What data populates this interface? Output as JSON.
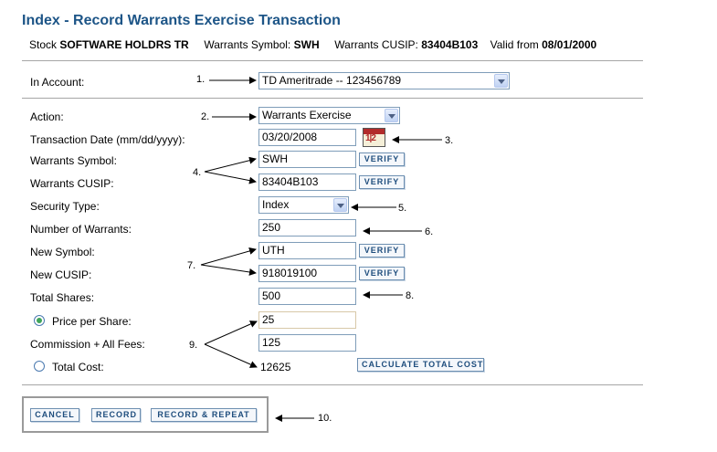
{
  "page": {
    "title": "Index - Record Warrants Exercise Transaction",
    "info": {
      "stock_label": "Stock",
      "stock_value": "SOFTWARE HOLDRS TR",
      "symbol_label": "Warrants Symbol:",
      "symbol_value": "SWH",
      "cusip_label": "Warrants CUSIP:",
      "cusip_value": "83404B103",
      "valid_label": "Valid from",
      "valid_value": "08/01/2000"
    }
  },
  "form": {
    "account_label": "In Account:",
    "account_value": "TD Ameritrade -- 123456789",
    "action_label": "Action:",
    "action_value": "Warrants Exercise",
    "date_label": "Transaction Date (mm/dd/yyyy):",
    "date_value": "03/20/2008",
    "calendar_icon_text": "1|2",
    "wsymbol_label": "Warrants Symbol:",
    "wsymbol_value": "SWH",
    "wcusip_label": "Warrants CUSIP:",
    "wcusip_value": "83404B103",
    "sectype_label": "Security Type:",
    "sectype_value": "Index",
    "numwarrants_label": "Number of Warrants:",
    "numwarrants_value": "250",
    "newsymbol_label": "New Symbol:",
    "newsymbol_value": "UTH",
    "newcusip_label": "New CUSIP:",
    "newcusip_value": "918019100",
    "totalshares_label": "Total Shares:",
    "totalshares_value": "500",
    "price_label": "Price per Share:",
    "price_value": "25",
    "price_selected": true,
    "commission_label": "Commission + All Fees:",
    "commission_value": "125",
    "totalcost_label": "Total Cost:",
    "totalcost_value": "12625",
    "totalcost_selected": false,
    "verify_label": "VERIFY",
    "calc_label": "CALCULATE TOTAL COST"
  },
  "actions": {
    "cancel": "CANCEL",
    "record": "RECORD",
    "record_repeat": "RECORD & REPEAT"
  },
  "callouts": [
    "1.",
    "2.",
    "3.",
    "4.",
    "5.",
    "6.",
    "7.",
    "8.",
    "9.",
    "10."
  ],
  "colors": {
    "title": "#1d5587",
    "button_text": "#1e4d7d",
    "field_border": "#7f9db9",
    "radio_dot": "#3fa55a"
  }
}
